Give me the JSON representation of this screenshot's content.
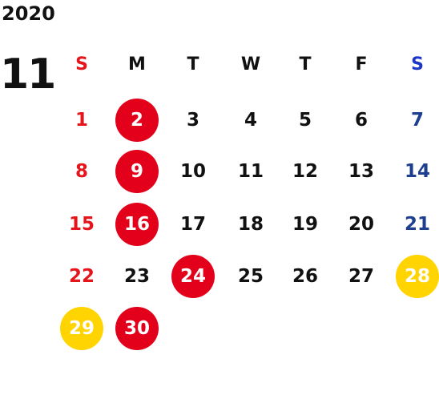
{
  "calendar": {
    "year": "2020",
    "month": "11",
    "weekdays": [
      "S",
      "M",
      "T",
      "W",
      "T",
      "F",
      "S"
    ],
    "weekday_colors": [
      "#e4161c",
      "#111111",
      "#111111",
      "#111111",
      "#111111",
      "#111111",
      "#1e36c8"
    ],
    "colors": {
      "sunday": "#e4161c",
      "saturday": "#1e3f8f",
      "weekday": "#111111",
      "holiday_red": "#e2001a",
      "holiday_yellow": "#ffd400",
      "marked_text": "#ffffff"
    },
    "weeks": [
      [
        {
          "d": "1",
          "m": null
        },
        {
          "d": "2",
          "m": "red"
        },
        {
          "d": "3",
          "m": null
        },
        {
          "d": "4",
          "m": null
        },
        {
          "d": "5",
          "m": null
        },
        {
          "d": "6",
          "m": null
        },
        {
          "d": "7",
          "m": null
        }
      ],
      [
        {
          "d": "8",
          "m": null
        },
        {
          "d": "9",
          "m": "red"
        },
        {
          "d": "10",
          "m": null
        },
        {
          "d": "11",
          "m": null
        },
        {
          "d": "12",
          "m": null
        },
        {
          "d": "13",
          "m": null
        },
        {
          "d": "14",
          "m": null
        }
      ],
      [
        {
          "d": "15",
          "m": null
        },
        {
          "d": "16",
          "m": "red"
        },
        {
          "d": "17",
          "m": null
        },
        {
          "d": "18",
          "m": null
        },
        {
          "d": "19",
          "m": null
        },
        {
          "d": "20",
          "m": null
        },
        {
          "d": "21",
          "m": null
        }
      ],
      [
        {
          "d": "22",
          "m": null
        },
        {
          "d": "23",
          "m": null
        },
        {
          "d": "24",
          "m": "red"
        },
        {
          "d": "25",
          "m": null
        },
        {
          "d": "26",
          "m": null
        },
        {
          "d": "27",
          "m": null
        },
        {
          "d": "28",
          "m": "yellow"
        }
      ],
      [
        {
          "d": "29",
          "m": "yellow"
        },
        {
          "d": "30",
          "m": "red"
        }
      ]
    ]
  }
}
